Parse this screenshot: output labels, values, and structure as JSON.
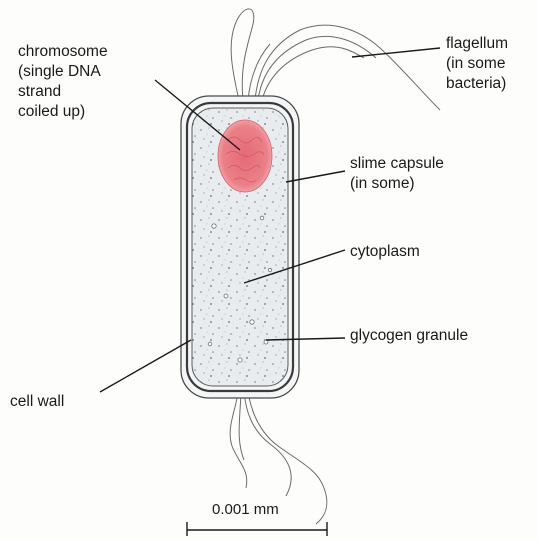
{
  "labels": {
    "chromosome": [
      "chromosome",
      "(single DNA",
      "strand",
      "coiled up)"
    ],
    "flagellum": [
      "flagellum",
      "(in some",
      "bacteria)"
    ],
    "slime_capsule": [
      "slime capsule",
      "(in some)"
    ],
    "cytoplasm": [
      "cytoplasm"
    ],
    "glycogen_granule": [
      "glycogen granule"
    ],
    "cell_wall": [
      "cell wall"
    ]
  },
  "scale_bar": {
    "label": "0.001 mm"
  },
  "colors": {
    "chromosome_fill": "#e8707a",
    "cytoplasm_fill": "#e9ecef",
    "outline": "#3a3a3a",
    "leader_line": "#1a1a1a"
  }
}
